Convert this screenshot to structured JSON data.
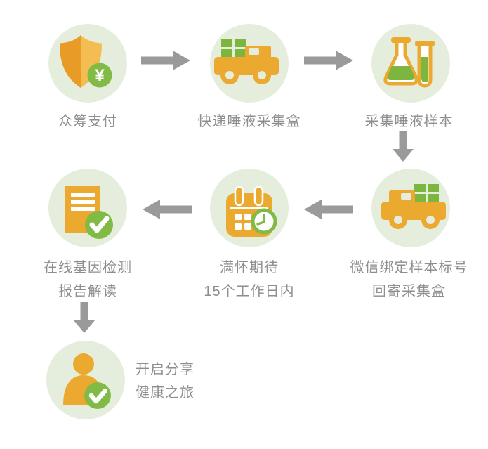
{
  "colors": {
    "circle_bg": "#e5eedc",
    "orange": "#ebaa2f",
    "orange_dark": "#e89b26",
    "orange_light": "#f3bd52",
    "green": "#81bb46",
    "arrow_gray": "#9a9a9a",
    "text_gray": "#8e8e8e"
  },
  "steps": [
    {
      "icon": "shield-yuan-icon",
      "badge": "¥",
      "lines": [
        "众筹支付"
      ]
    },
    {
      "icon": "delivery-truck-icon",
      "lines": [
        "快递唾液采集盒"
      ]
    },
    {
      "icon": "flask-test-tube-icon",
      "lines": [
        "采集唾液样本"
      ]
    },
    {
      "icon": "return-truck-icon",
      "lines": [
        "微信绑定样本标号",
        "回寄采集盒"
      ]
    },
    {
      "icon": "calendar-clock-icon",
      "lines": [
        "满怀期待",
        "15个工作日内"
      ]
    },
    {
      "icon": "report-check-icon",
      "lines": [
        "在线基因检测",
        "报告解读"
      ]
    },
    {
      "icon": "person-check-icon",
      "lines": [
        "开启分享",
        "健康之旅"
      ]
    }
  ]
}
